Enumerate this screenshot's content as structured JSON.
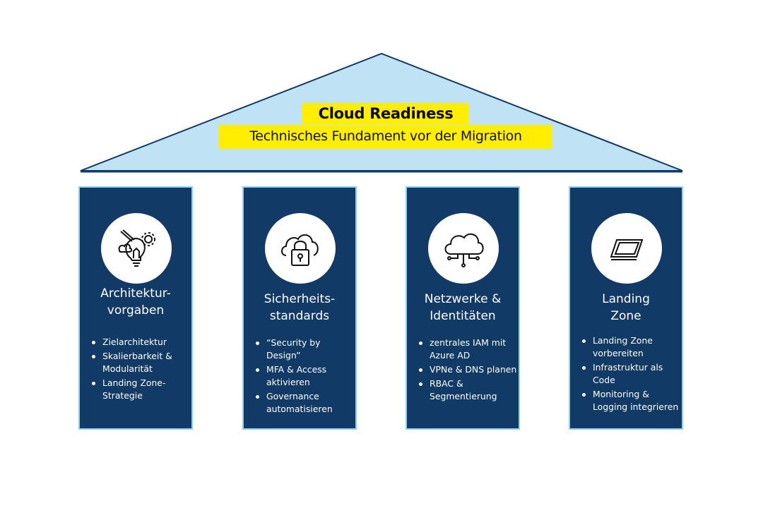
{
  "roof": {
    "title": "Cloud Readiness",
    "subtitle": "Technisches Fundament vor der Migration",
    "fill_color": "#bfe3f4",
    "outline_color": "#123a66",
    "highlight_color": "#ffee00"
  },
  "pillar_color": "#123a66",
  "pillars": [
    {
      "icon": "lightbulb-gear-icon",
      "title_line1": "Architektur-",
      "title_line2": "vorgaben",
      "bullets": [
        "Zielarchitektur",
        "Skalierbarkeit & Modularität",
        "Landing Zone-Strategie"
      ]
    },
    {
      "icon": "cloud-lock-icon",
      "title_line1": "Sicherheits-",
      "title_line2": "standards",
      "bullets": [
        "“Security by Design”",
        "MFA & Access aktivieren",
        "Governance automatisieren"
      ]
    },
    {
      "icon": "cloud-network-icon",
      "title_line1": "Netzwerke &",
      "title_line2": "Identitäten",
      "bullets": [
        " zentrales IAM mit Azure AD",
        "VPNe & DNS planen",
        "RBAC & Segmentierung"
      ]
    },
    {
      "icon": "landing-zone-icon",
      "title_line1": "Landing",
      "title_line2": "Zone",
      "bullets": [
        "Landing Zone vorbereiten",
        "Infrastruktur als Code",
        "Monitoring & Logging integrieren"
      ]
    }
  ]
}
